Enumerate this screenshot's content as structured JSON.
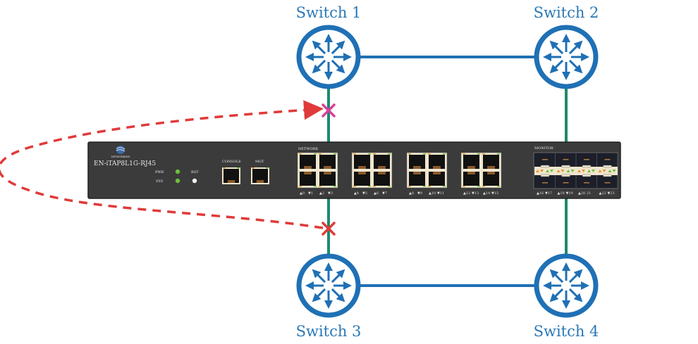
{
  "diagram": {
    "title": "Network TAP bypass topology",
    "switches": [
      {
        "id": "sw1",
        "label": "Switch 1"
      },
      {
        "id": "sw2",
        "label": "Switch 2"
      },
      {
        "id": "sw3",
        "label": "Switch 3"
      },
      {
        "id": "sw4",
        "label": "Switch 4"
      }
    ],
    "links": [
      {
        "from": "sw1",
        "to": "sw2",
        "type": "switch-link"
      },
      {
        "from": "sw3",
        "to": "sw4",
        "type": "switch-link"
      },
      {
        "from": "sw1",
        "to": "tap",
        "type": "network-port",
        "status": "failed",
        "marker": "x"
      },
      {
        "from": "sw3",
        "to": "tap",
        "type": "network-port",
        "status": "failed",
        "marker": "x"
      },
      {
        "from": "sw2",
        "to": "tap",
        "type": "monitor-port"
      },
      {
        "from": "sw4",
        "to": "tap",
        "type": "monitor-port"
      }
    ],
    "bypass_path": {
      "style": "dashed",
      "description": "bypass loop from switch 3 side to switch 1 side"
    },
    "colors": {
      "switch": "#1f70b5",
      "switch_link": "#1f70b5",
      "tap_link": "#1d8a6d",
      "bypass": "#e03a3a",
      "x_top": "#d6409a",
      "x_bottom": "#e03a3a",
      "device_body": "#3b3b3b",
      "led_green": "#6cbf3a"
    }
  },
  "device": {
    "brand": "NETWORKING",
    "model": "EN-iTAP8L1G-RJ45",
    "leds": [
      {
        "label": "PWR",
        "color": "green"
      },
      {
        "label": "SYS",
        "color": "green"
      }
    ],
    "reset_label": "RST",
    "console_label": "CONSOLE",
    "mgt_label": "MGT",
    "network_label": "NETWORK",
    "monitor_label": "MONITOR",
    "network_groups": [
      {
        "labels": [
          "▲0",
          "▼1",
          "▲2",
          "▼3"
        ]
      },
      {
        "labels": [
          "▲4",
          "▼5",
          "▲6",
          "▼7"
        ]
      },
      {
        "labels": [
          "▲8",
          "▼9",
          "▲10",
          "▼11"
        ]
      },
      {
        "labels": [
          "▲12",
          "▼13",
          "▲14",
          "▼15"
        ]
      }
    ],
    "monitor_ports": [
      {
        "labels": [
          "▲16",
          "▼17"
        ]
      },
      {
        "labels": [
          "▲18",
          "▼19"
        ]
      },
      {
        "labels": [
          "▲20",
          "21"
        ]
      },
      {
        "labels": [
          "▲22",
          "▼23"
        ]
      }
    ]
  }
}
